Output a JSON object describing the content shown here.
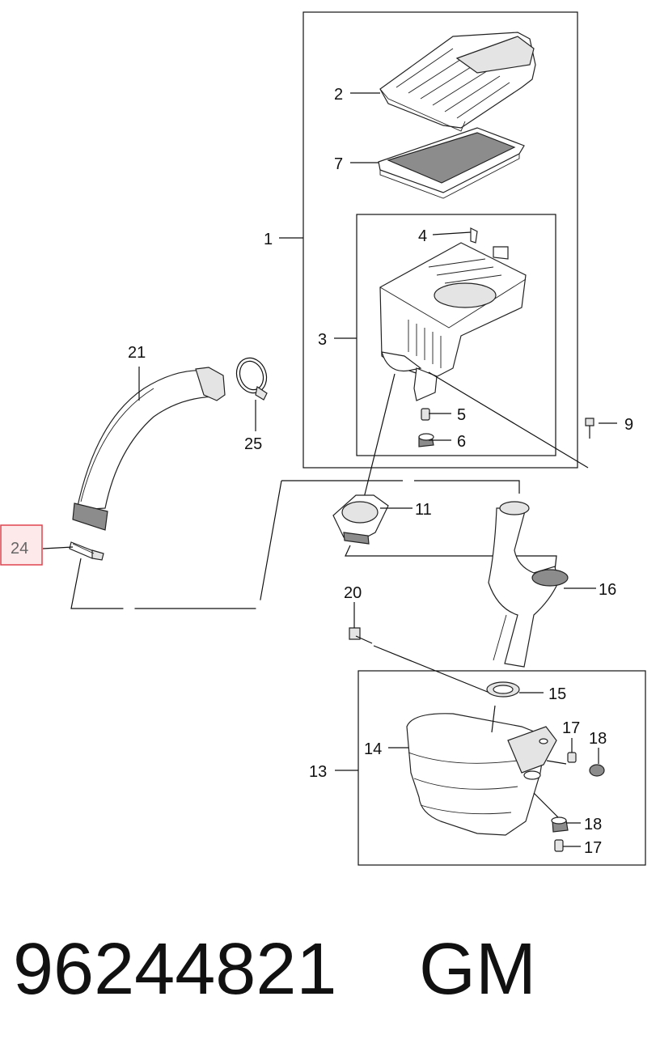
{
  "callouts": [
    {
      "id": "1",
      "text": "1"
    },
    {
      "id": "2",
      "text": "2"
    },
    {
      "id": "3",
      "text": "3"
    },
    {
      "id": "4",
      "text": "4"
    },
    {
      "id": "5",
      "text": "5"
    },
    {
      "id": "6",
      "text": "6"
    },
    {
      "id": "7",
      "text": "7"
    },
    {
      "id": "9",
      "text": "9"
    },
    {
      "id": "11",
      "text": "11"
    },
    {
      "id": "13",
      "text": "13"
    },
    {
      "id": "14",
      "text": "14"
    },
    {
      "id": "15",
      "text": "15"
    },
    {
      "id": "16",
      "text": "16"
    },
    {
      "id": "17a",
      "text": "17"
    },
    {
      "id": "17b",
      "text": "17"
    },
    {
      "id": "18a",
      "text": "18"
    },
    {
      "id": "18b",
      "text": "18"
    },
    {
      "id": "20",
      "text": "20"
    },
    {
      "id": "21",
      "text": "21"
    },
    {
      "id": "24",
      "text": "24"
    },
    {
      "id": "25",
      "text": "25"
    }
  ],
  "highlighted_callout": "24",
  "part_number": "96244821",
  "brand": "GM",
  "colors": {
    "line": "#111111",
    "highlight_border": "#e0434f",
    "highlight_fill": "#fde8ea",
    "highlight_text": "#666666"
  }
}
